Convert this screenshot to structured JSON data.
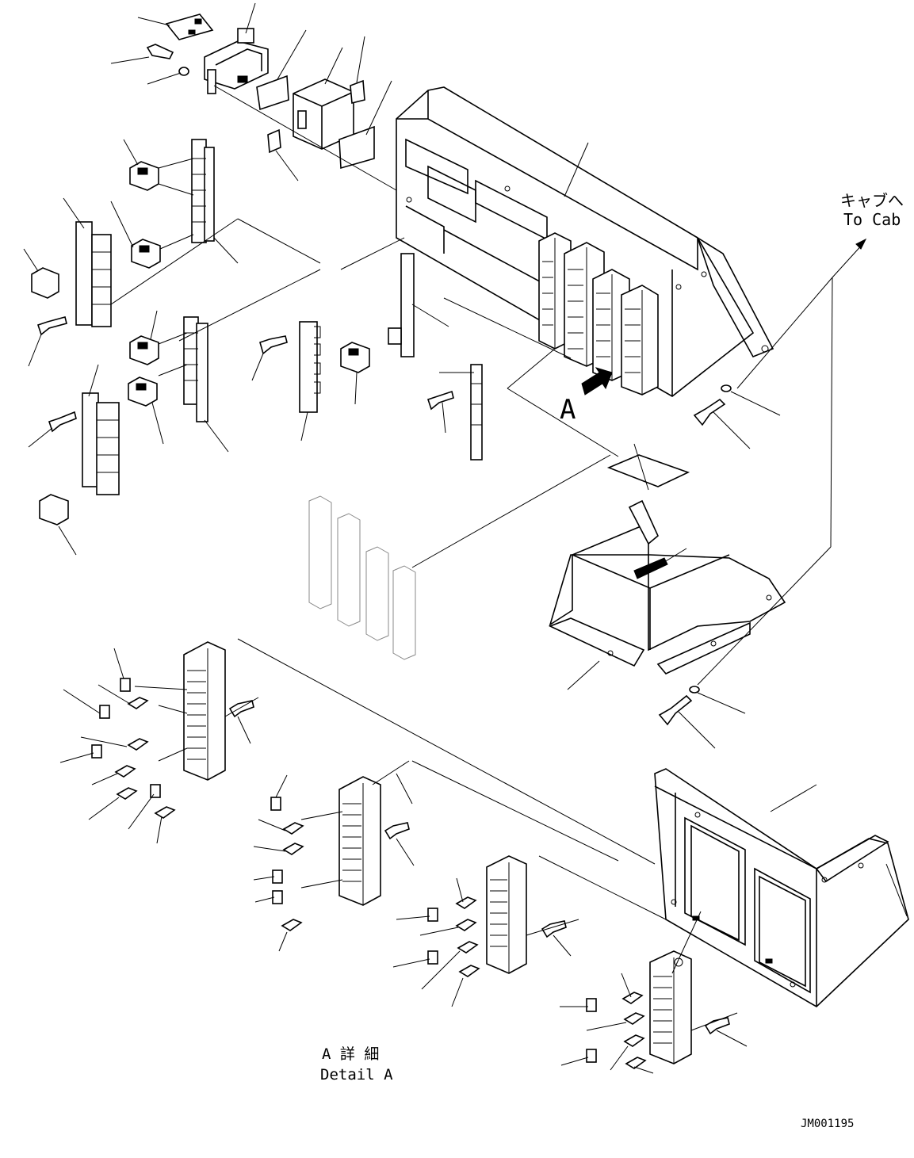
{
  "labels": {
    "to_cab_jp": "キャブへ",
    "to_cab_en": "To Cab",
    "view_marker": "A",
    "detail_jp": "A 詳 細",
    "detail_en": "Detail A",
    "drawing_number": "JM001195"
  }
}
